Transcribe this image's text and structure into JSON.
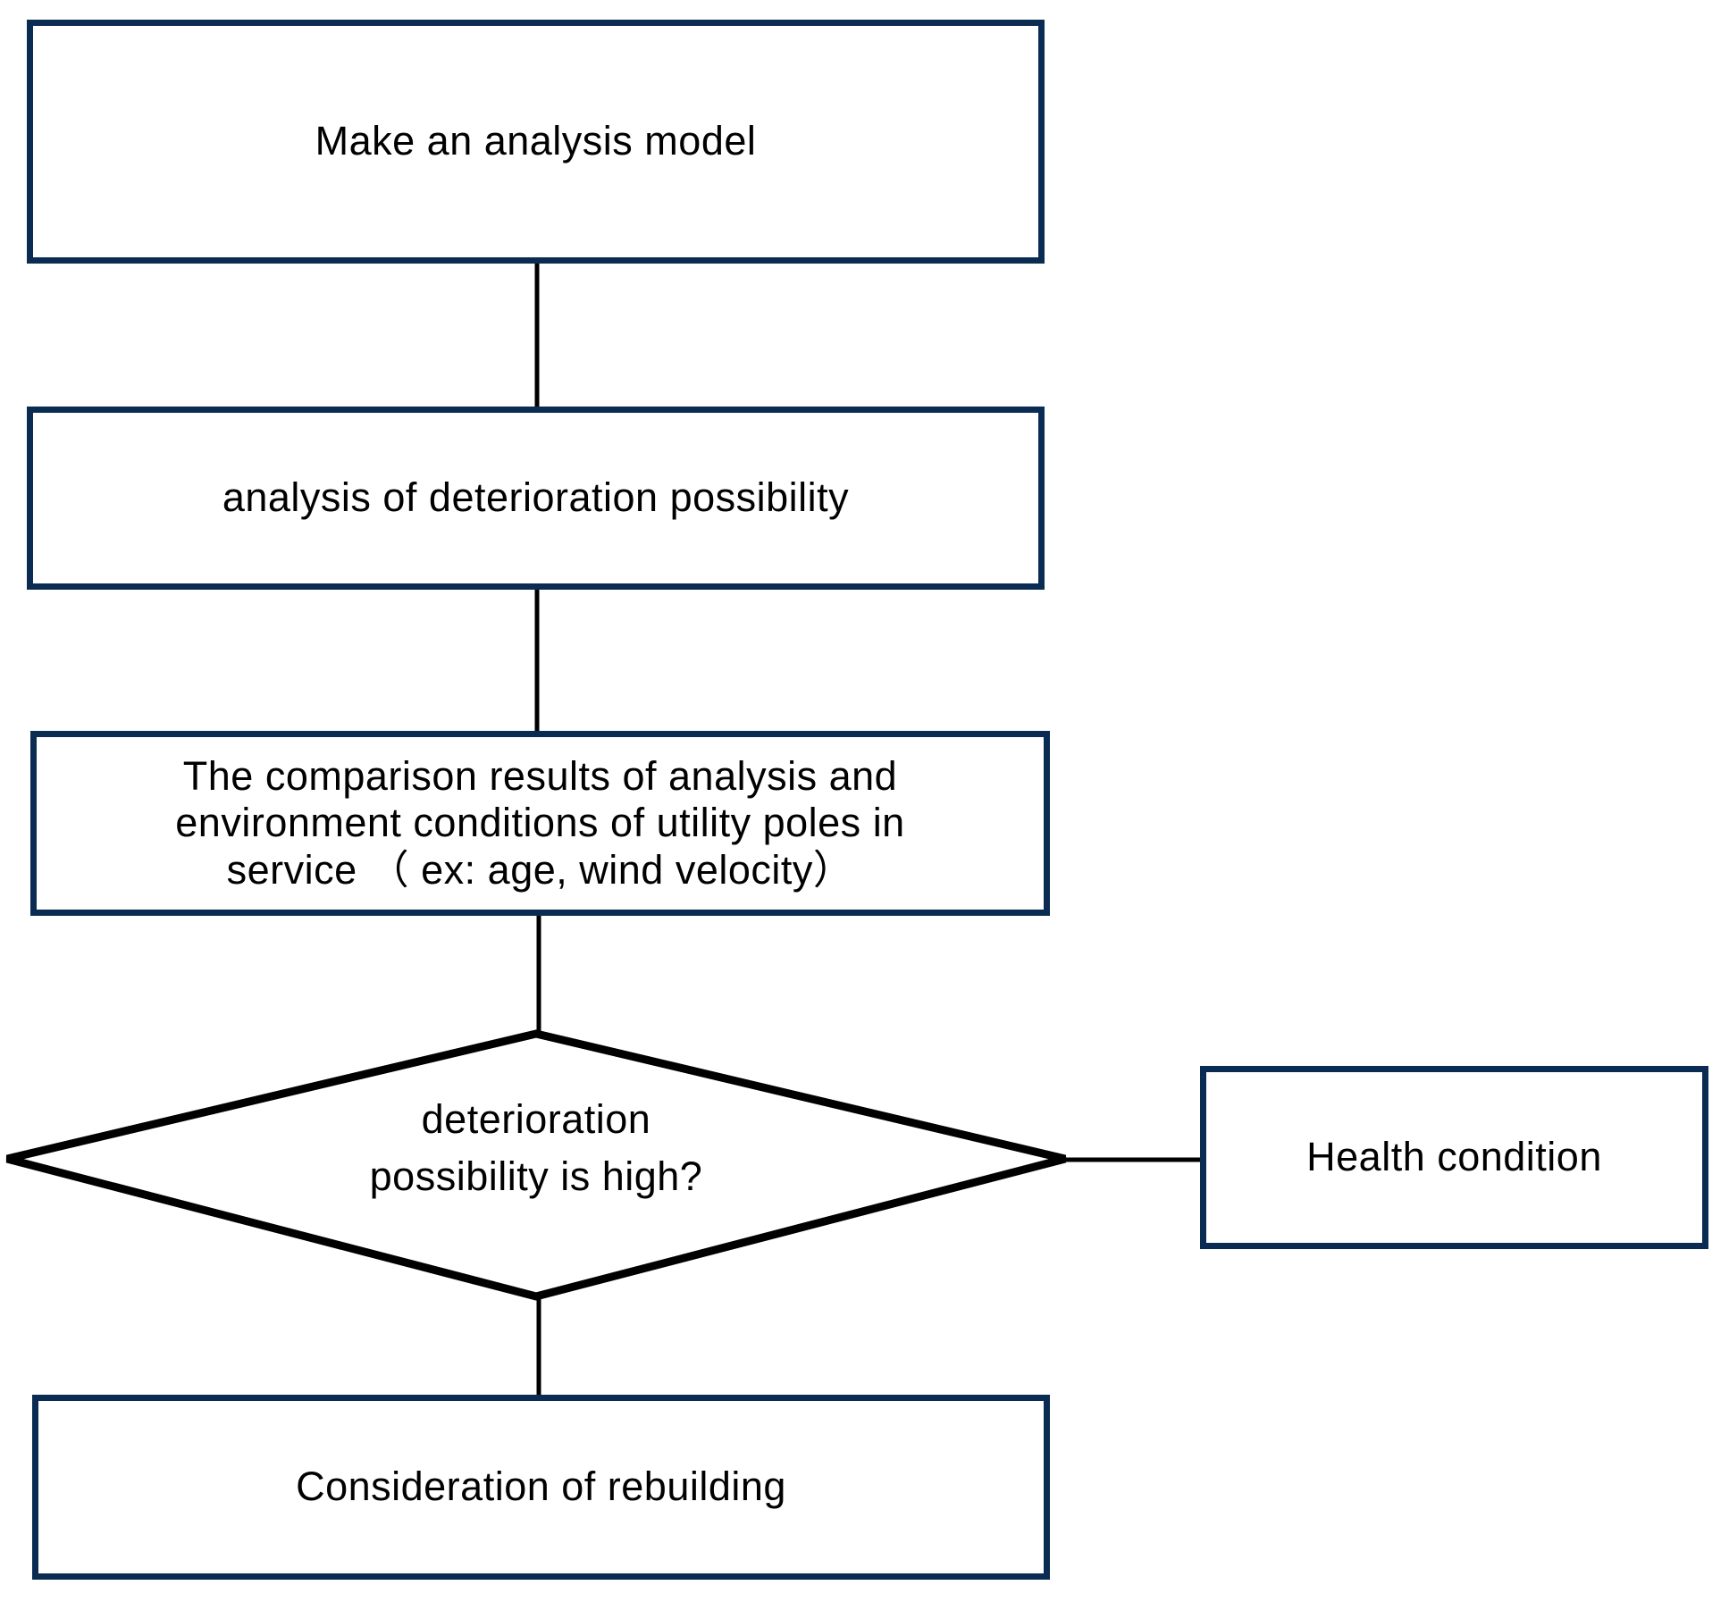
{
  "diagram": {
    "type": "flowchart",
    "title": "",
    "colors": {
      "box_border": "#0b2c52",
      "line_color": "#000000",
      "text_color": "#000000",
      "bg_color": "#ffffff"
    },
    "nodes": {
      "make_model": {
        "shape": "rect",
        "label": "Make an analysis model"
      },
      "deterioration_analysis": {
        "shape": "rect",
        "label": "analysis of deterioration possibility"
      },
      "comparison": {
        "shape": "rect",
        "label": "The comparison results of analysis and\nenvironment conditions of utility poles in\nservice （ ex: age, wind velocity）"
      },
      "decision": {
        "shape": "diamond",
        "label": "deterioration\npossibility is high?"
      },
      "health": {
        "shape": "rect",
        "label": "Health condition"
      },
      "rebuild": {
        "shape": "rect",
        "label": "Consideration of rebuilding"
      }
    },
    "edges": [
      {
        "from": "make_model",
        "to": "deterioration_analysis",
        "style": "plain-line"
      },
      {
        "from": "deterioration_analysis",
        "to": "comparison",
        "style": "plain-line"
      },
      {
        "from": "comparison",
        "to": "decision",
        "style": "plain-line"
      },
      {
        "from": "decision",
        "to": "rebuild",
        "style": "plain-line"
      },
      {
        "from": "decision",
        "to": "health",
        "style": "plain-line"
      }
    ]
  }
}
